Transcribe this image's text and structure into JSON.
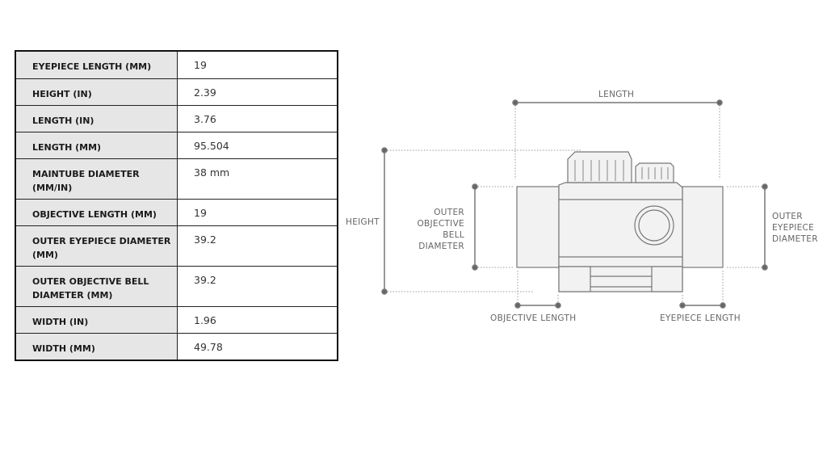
{
  "specs": [
    {
      "label": "EYEPIECE LENGTH (MM)",
      "value": "19"
    },
    {
      "label": "HEIGHT (IN)",
      "value": "2.39"
    },
    {
      "label": "LENGTH (IN)",
      "value": "3.76"
    },
    {
      "label": "LENGTH (MM)",
      "value": "95.504"
    },
    {
      "label": "MAINTUBE DIAMETER (MM/IN)",
      "value": "38 mm"
    },
    {
      "label": "OBJECTIVE LENGTH (MM)",
      "value": "19"
    },
    {
      "label": "OUTER EYEPIECE DIAMETER (MM)",
      "value": "39.2"
    },
    {
      "label": "OUTER OBJECTIVE BELL DIAMETER (MM)",
      "value": "39.2"
    },
    {
      "label": "WIDTH (IN)",
      "value": "1.96"
    },
    {
      "label": "WIDTH (MM)",
      "value": "49.78"
    }
  ],
  "diagram": {
    "length": "LENGTH",
    "height": "HEIGHT",
    "outer_objective": "OUTER OBJECTIVE BELL DIAMETER",
    "outer_eyepiece": "OUTER EYEPIECE DIAMETER",
    "objective_length": "OBJECTIVE LENGTH",
    "eyepiece_length": "EYEPIECE LENGTH"
  }
}
